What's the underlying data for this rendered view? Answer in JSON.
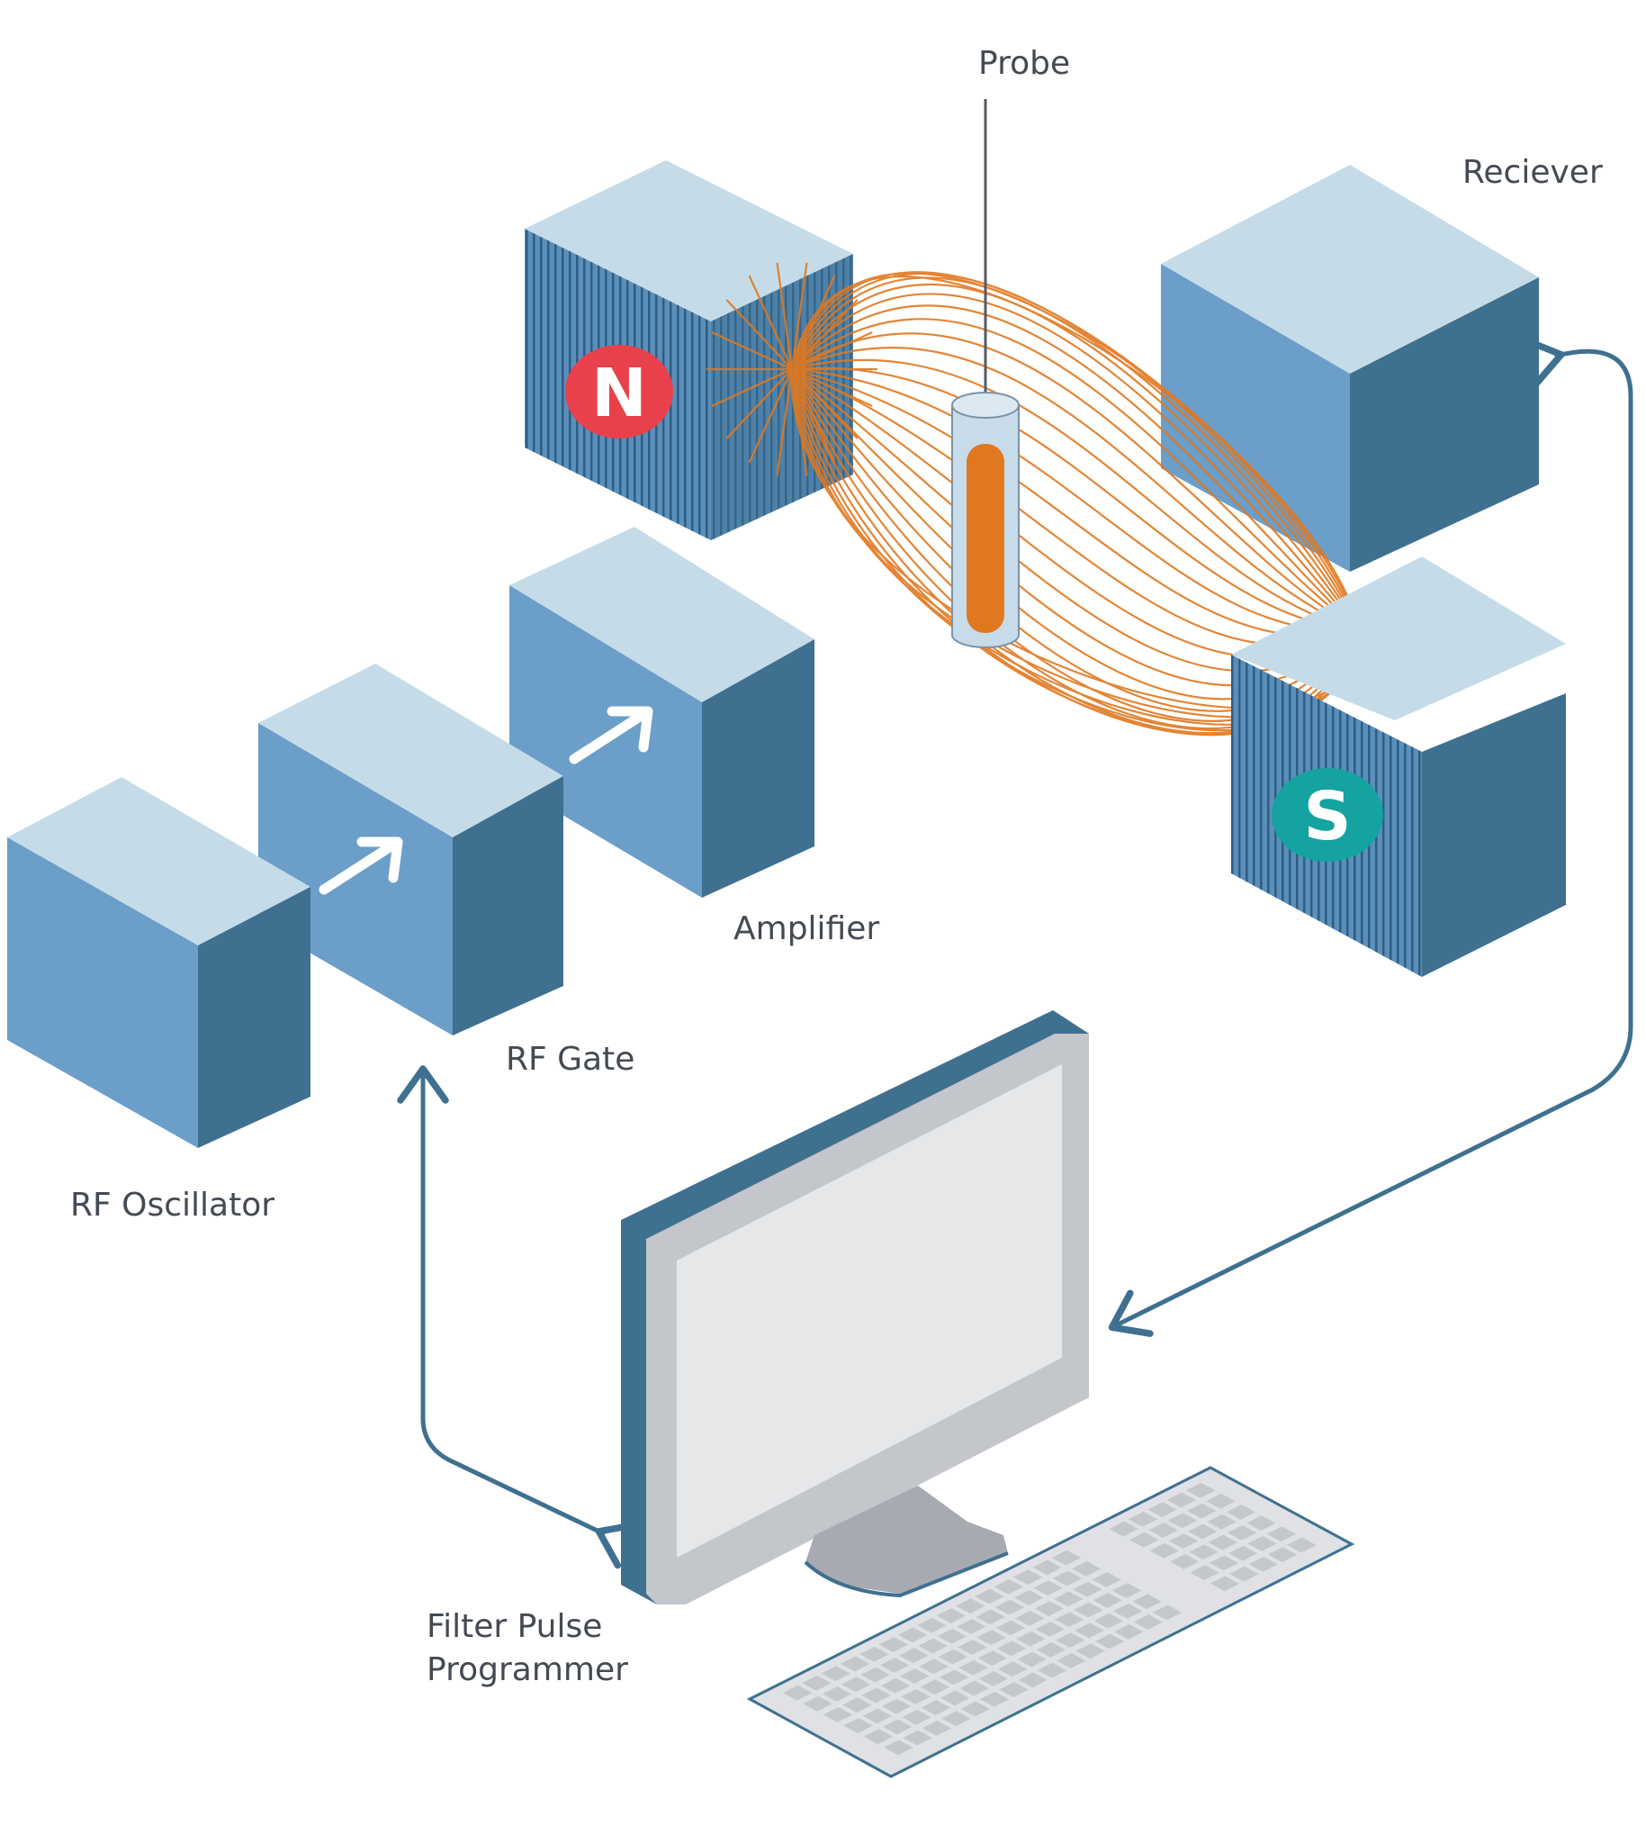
{
  "labels": {
    "probe": "Probe",
    "receiver": "Reciever",
    "amplifier": "Amplifier",
    "rf_gate": "RF Gate",
    "rf_oscillator": "RF Oscillator",
    "filter_line1": "Filter Pulse",
    "filter_line2": "Programmer"
  },
  "magnet": {
    "north": "N",
    "south": "S"
  },
  "colors": {
    "cube_top": "#c5dce8",
    "cube_left": "#6b9ec8",
    "cube_right": "#3f7090",
    "field_lines": "#e07820",
    "north_badge": "#e8414b",
    "south_badge": "#14a3a0",
    "connector": "#3f7090",
    "screen": "#e6e7e9"
  },
  "icons": [
    "arrow-right-icon",
    "arrow-right-icon"
  ]
}
